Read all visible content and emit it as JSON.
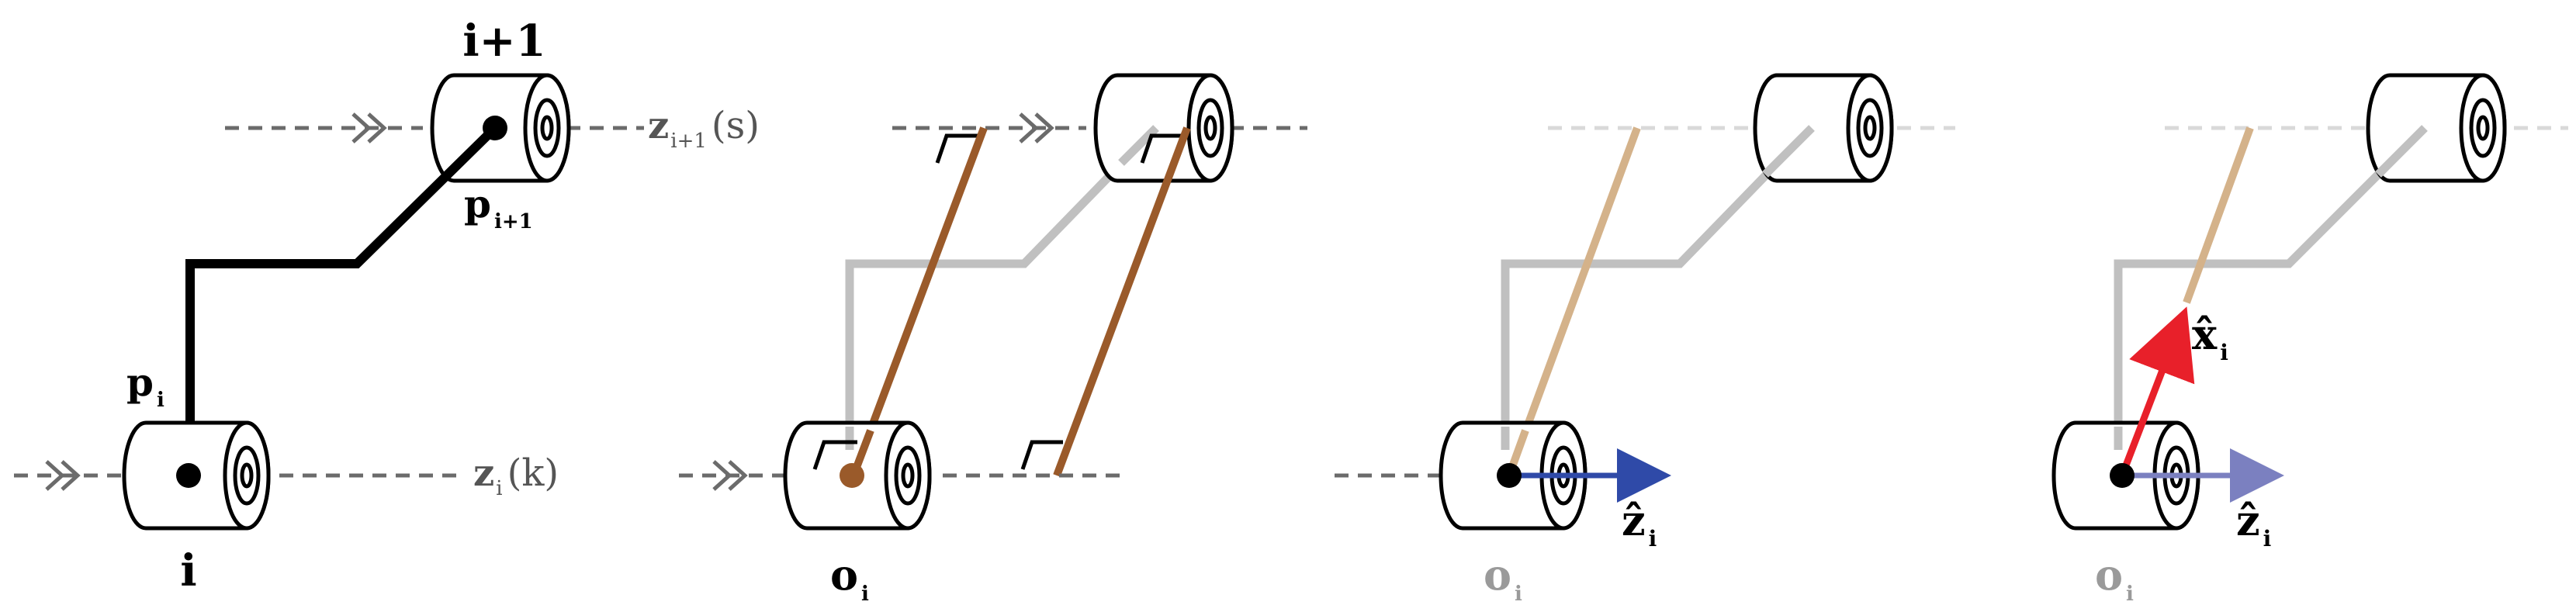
{
  "colors": {
    "black": "#000000",
    "gray_axis": "#6b6b6b",
    "gray_label": "#555555",
    "link_gray": "#c0c0c0",
    "faint_axis": "#d9d9d9",
    "brown": "#9a5a2a",
    "tan": "#d4b28a",
    "blue": "#2f4aa8",
    "blue_light": "#7b80c0",
    "red": "#e8202a",
    "faded_label": "#9a9a9a"
  },
  "panel1": {
    "top_joint": "i+1",
    "bottom_joint": "i",
    "p_top": {
      "base": "p",
      "sub": "i+1"
    },
    "p_bottom": {
      "base": "p",
      "sub": "i"
    },
    "axis_top": {
      "base": "z",
      "sub": "i+1",
      "suffix": "(s)"
    },
    "axis_bottom": {
      "base": "z",
      "sub": "i",
      "suffix": "(k)"
    }
  },
  "panel2": {
    "origin": {
      "base": "o",
      "sub": "i"
    }
  },
  "panel3": {
    "origin": {
      "base": "o",
      "sub": "i"
    },
    "z_hat": {
      "base": "ẑ",
      "sub": "i"
    }
  },
  "panel4": {
    "origin": {
      "base": "o",
      "sub": "i"
    },
    "z_hat": {
      "base": "ẑ",
      "sub": "i"
    },
    "x_hat": {
      "base": "x̂",
      "sub": "i"
    }
  }
}
